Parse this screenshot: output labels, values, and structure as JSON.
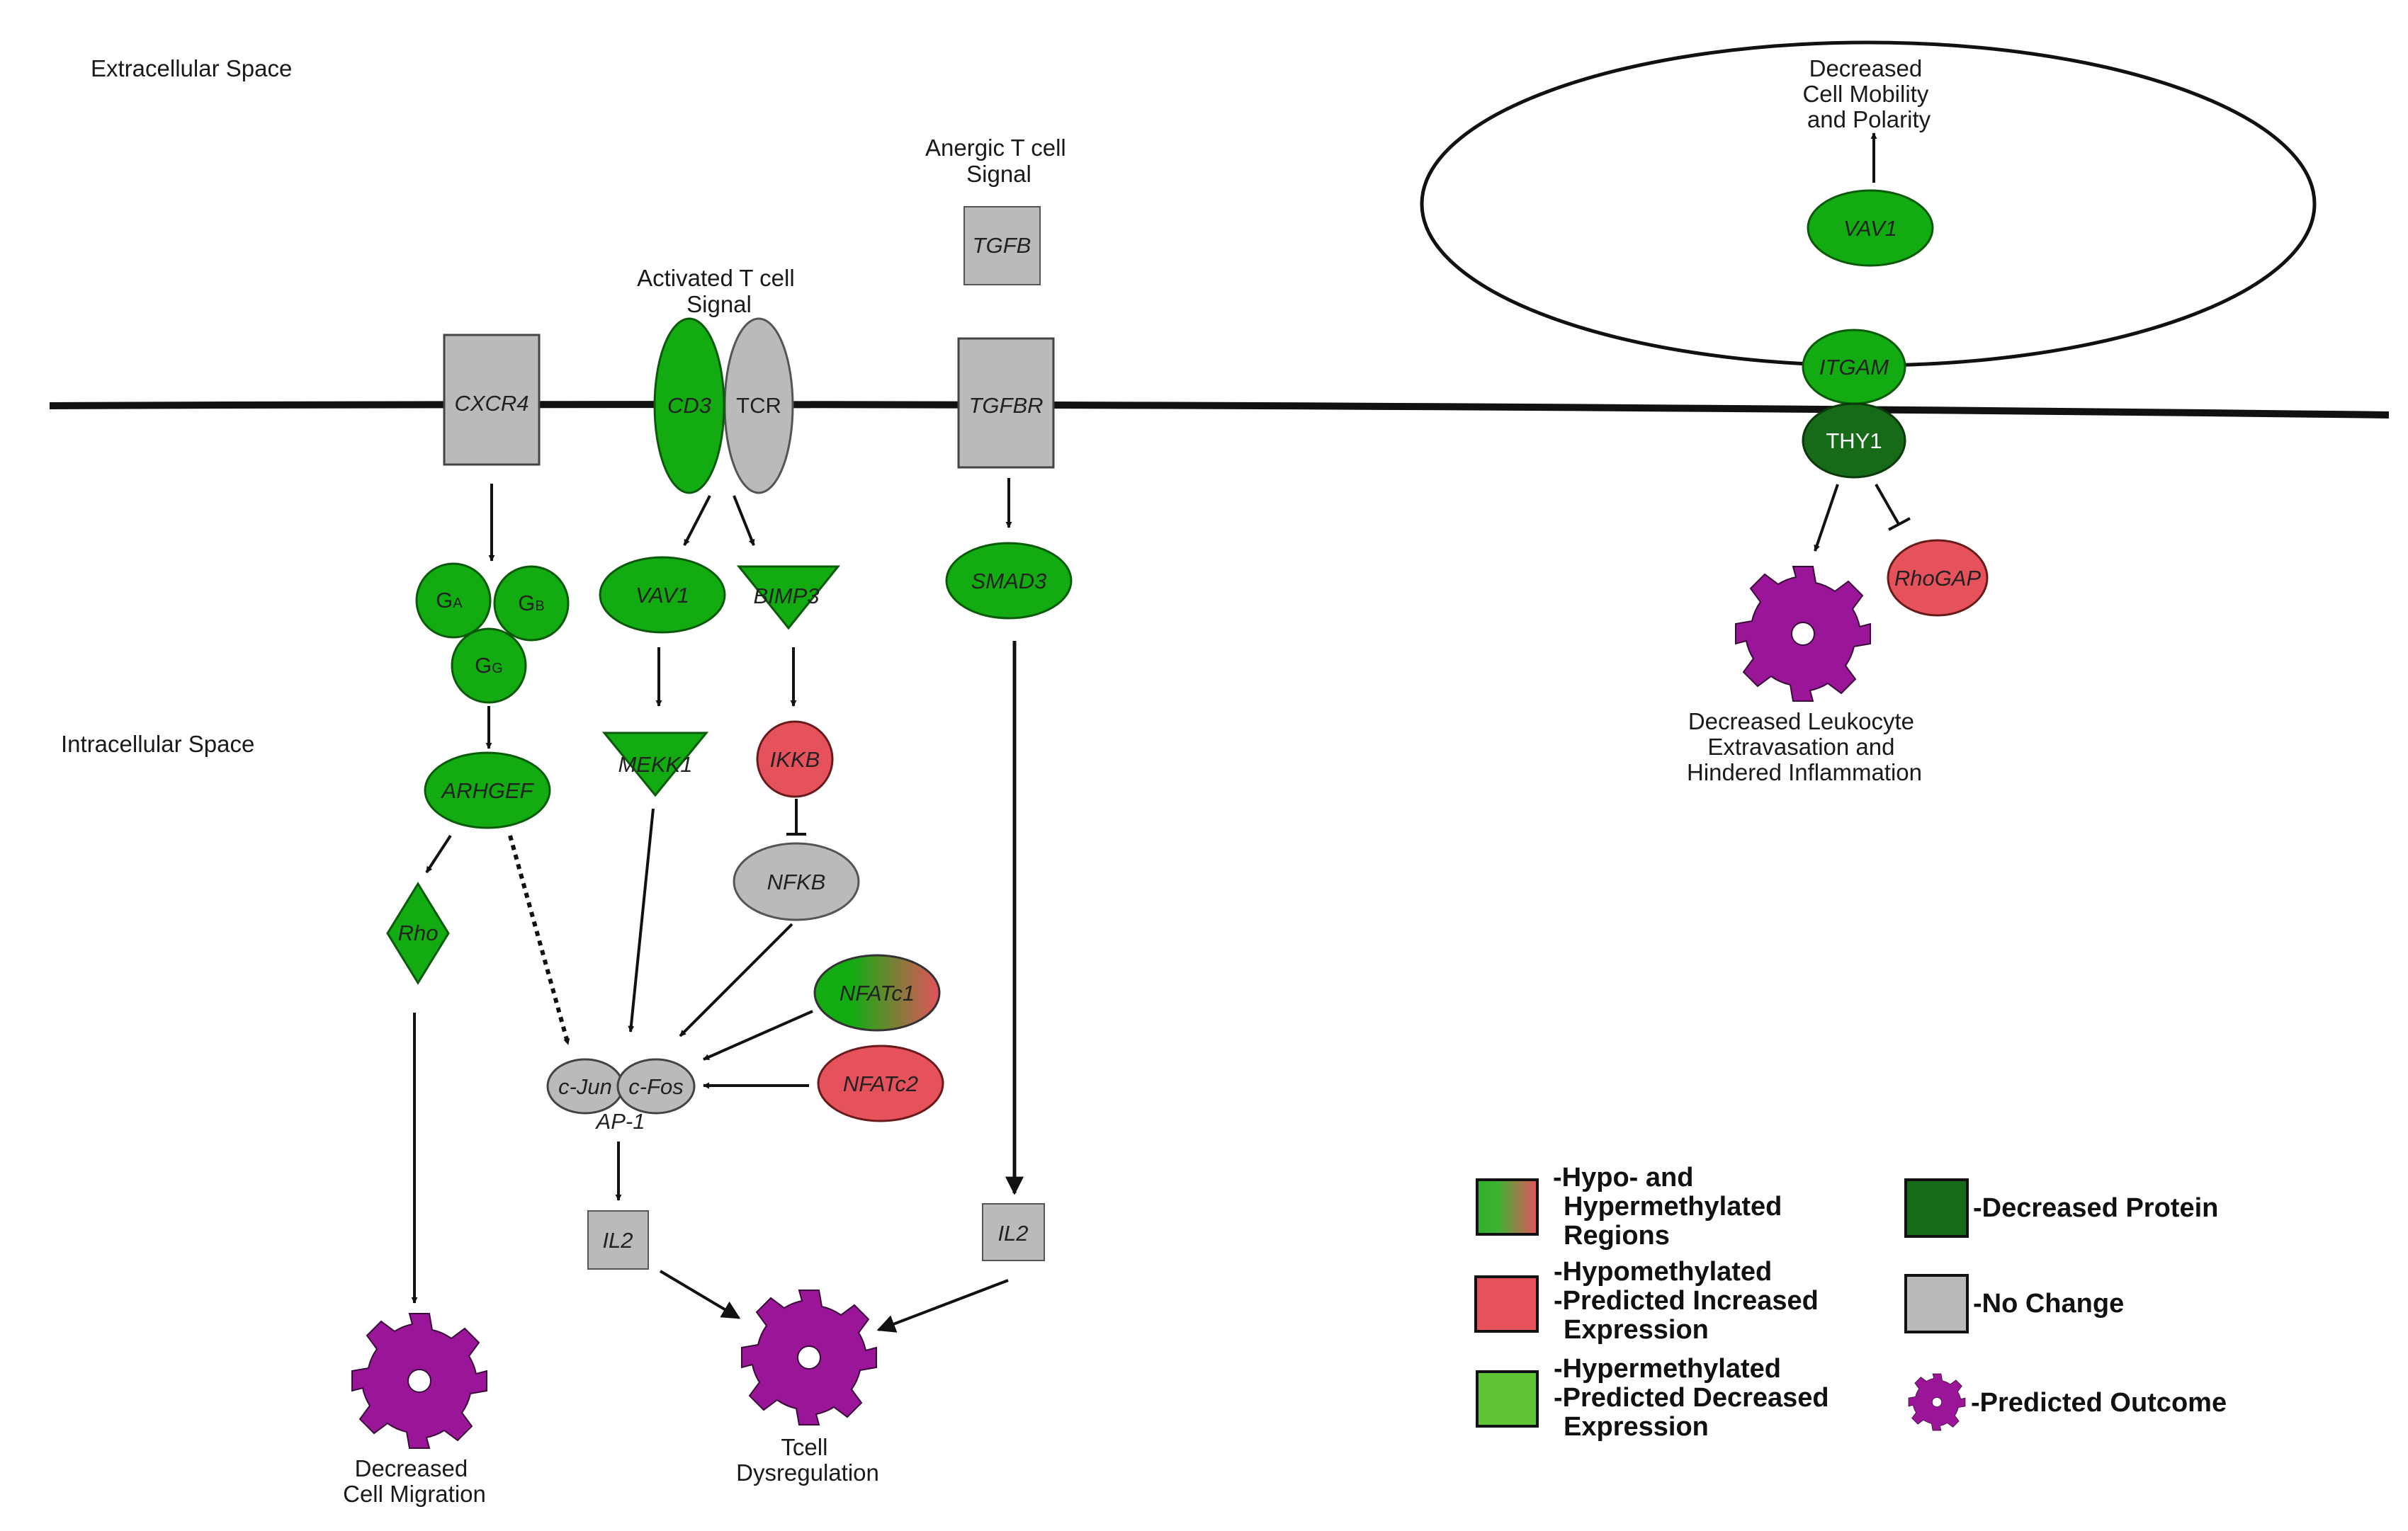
{
  "colors": {
    "green": "#12ac12",
    "dark_green": "#176a17",
    "gray": "#bababa",
    "red": "#e5525c",
    "purple": "#9a1598",
    "legend_green": "#5fc434",
    "line": "#111111"
  },
  "regions": {
    "extracellular": "Extracellular Space",
    "intracellular": "Intracellular Space"
  },
  "signals": {
    "activated_t_cell": [
      "Activated T cell",
      "Signal"
    ],
    "anergic_t_cell": [
      "Anergic T cell",
      "Signal"
    ]
  },
  "nodes": {
    "cxcr4": "CXCR4",
    "cd3": "CD3",
    "tcr": "TCR",
    "tgfbr": "TGFBR",
    "tgfb": "TGFB",
    "itgam": "ITGAM",
    "thy1": "THY1",
    "vav1_cell": "VAV1",
    "ga": "G",
    "ga_sub": "A",
    "gb": "G",
    "gb_sub": "B",
    "gg": "G",
    "gg_sub": "G",
    "arhgef": "ARHGEF",
    "rho": "Rho",
    "vav1": "VAV1",
    "bimp3": "BIMP3",
    "mekk1": "MEKK1",
    "ikkb": "IKKB",
    "nfkb": "NFKB",
    "nfatc1": "NFATc1",
    "nfatc2": "NFATc2",
    "smad3": "SMAD3",
    "cjun": "c-Jun",
    "cfos": "c-Fos",
    "ap1": "AP-1",
    "il2_left": "IL2",
    "il2_right": "IL2",
    "rhogap": "RhoGAP"
  },
  "outcomes": {
    "cell_mobility": [
      "Decreased",
      "Cell Mobility",
      "and Polarity"
    ],
    "leukocyte": [
      "Decreased Leukocyte",
      "Extravasation and",
      "Hindered Inflammation"
    ],
    "migration": [
      "Decreased",
      "Cell Migration"
    ],
    "dysregulation": [
      "Tcell",
      "Dysregulation"
    ]
  },
  "legend": {
    "hypo_hyper": [
      "-Hypo- and",
      "Hypermethylated",
      "Regions"
    ],
    "hypo": [
      "-Hypomethylated",
      "-Predicted Increased",
      "Expression"
    ],
    "hyper": [
      "-Hypermethylated",
      "-Predicted Decreased",
      "Expression"
    ],
    "decreased_protein": "-Decreased Protein",
    "no_change": "-No Change",
    "predicted_outcome": "-Predicted Outcome"
  }
}
